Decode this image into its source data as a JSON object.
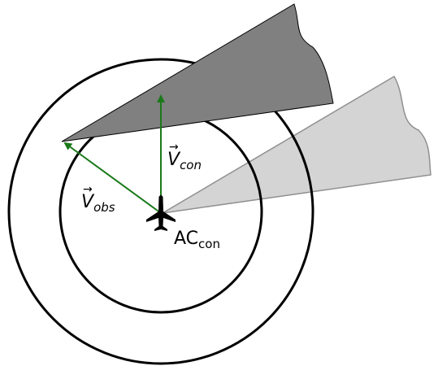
{
  "labels": {
    "v_con": {
      "base": "V",
      "sub": "con",
      "arrow": "→"
    },
    "v_obs": {
      "base": "V",
      "sub": "obs",
      "arrow": "→"
    },
    "ac_con": {
      "base": "AC",
      "sub": "con"
    }
  },
  "colors": {
    "vector": "#1a7a1a",
    "dark_cone": "#808080",
    "light_cone": "#d4d4d4",
    "circle": "#000000"
  },
  "icons": {
    "aircraft": "airplane-icon"
  }
}
